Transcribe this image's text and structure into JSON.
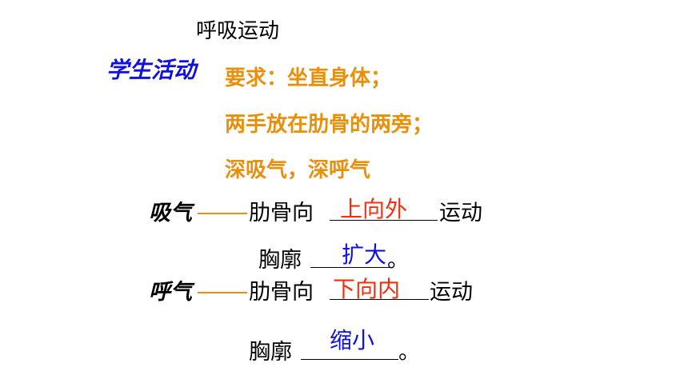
{
  "colors": {
    "orange": "#E8900C",
    "blue": "#1010E0",
    "red": "#F03010",
    "dash": "#E8900C"
  },
  "title": "呼吸运动",
  "activity_label": "学生活动",
  "requirements": [
    "要求：坐直身体；",
    "两手放在肋骨的两旁；",
    "深吸气，深呼气"
  ],
  "inhale": {
    "label": "吸气",
    "rib_prefix": "肋骨向",
    "rib_answer": "上向外",
    "rib_suffix": "运动",
    "chest_prefix": "胸廓",
    "chest_answer": "扩大",
    "chest_suffix": "。"
  },
  "exhale": {
    "label": "呼气",
    "rib_prefix": "肋骨向",
    "rib_answer": "下向内",
    "rib_suffix": "运动",
    "chest_prefix": "胸廓",
    "chest_answer": "缩小",
    "chest_suffix": "。"
  }
}
